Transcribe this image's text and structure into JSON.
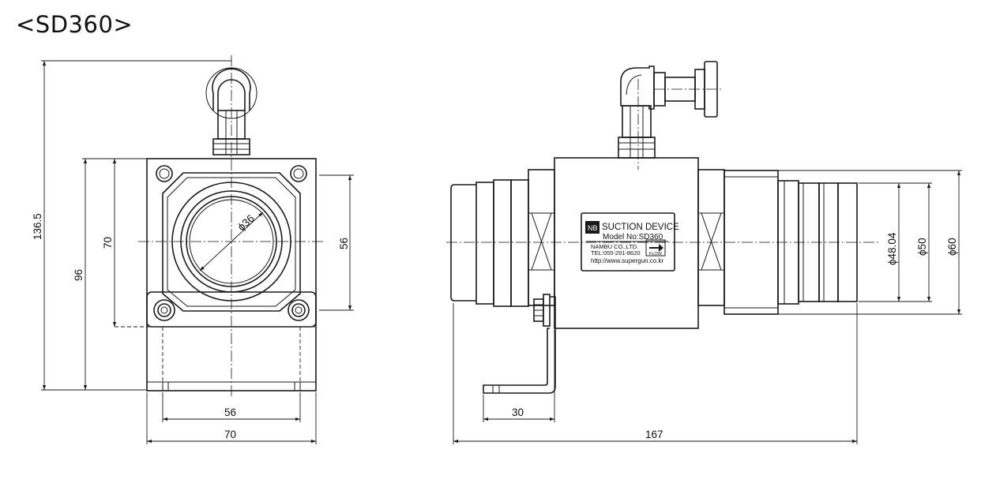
{
  "title": "<SD360>",
  "front_view": {
    "dims": {
      "height_total": "136.5",
      "height_body": "96",
      "height_flange": "70",
      "hole_pitch_v": "56",
      "hole_pitch_h": "56",
      "width": "70",
      "bore": "ϕ36"
    }
  },
  "side_view": {
    "dims": {
      "bracket_offset": "30",
      "length": "167",
      "d_inner": "ϕ48.04",
      "d_mid": "ϕ50",
      "d_outer": "ϕ60"
    },
    "label_plate": {
      "logo": "NB",
      "title": "SUCTION DEVICE",
      "model": "Model No:SD360",
      "company": "NAMBU CO.,LTD.",
      "tel": "TEL:055-291-8620",
      "url": "http://www.supergun.co.kr",
      "flow": "FLOW"
    }
  }
}
